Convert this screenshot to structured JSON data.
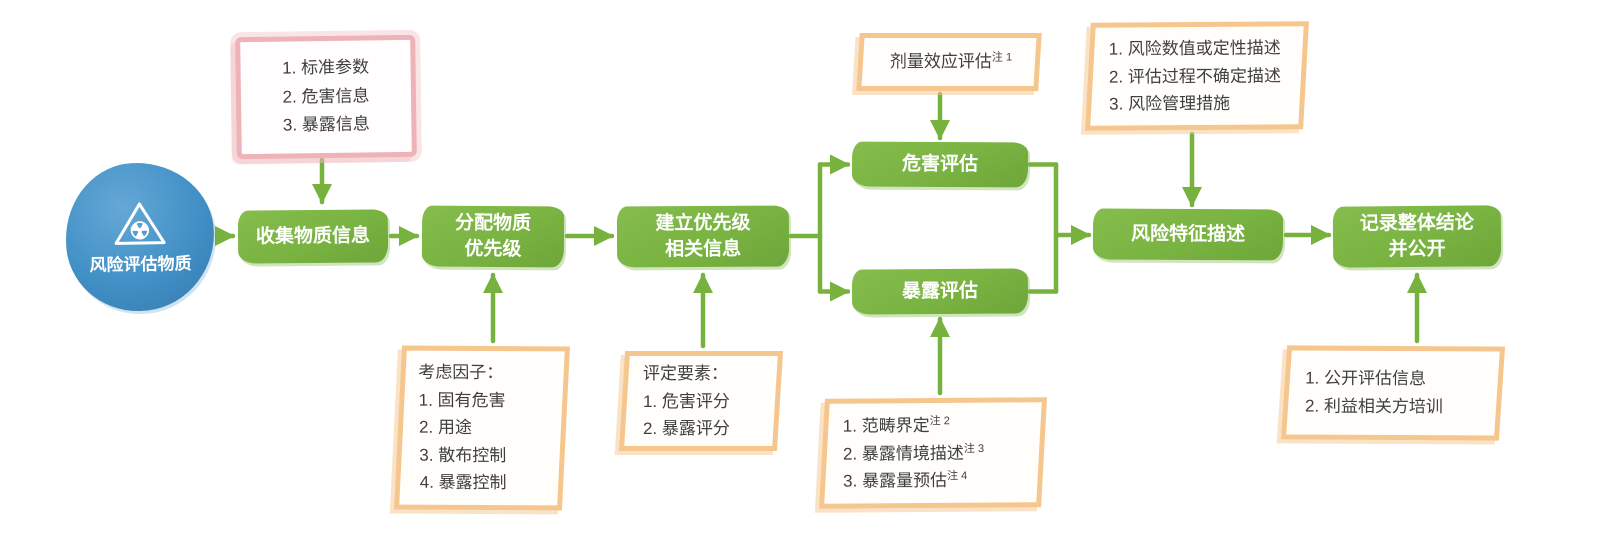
{
  "palette": {
    "node_green": "#79b341",
    "arrow_green": "#78b23e",
    "note_border_orange": "#f5c68e",
    "pink_border": "#edb3b8",
    "circle_blue": "#4190c6",
    "text": "#3f3f3f"
  },
  "start": {
    "label": "风险评估物质",
    "icon": "radiation-triangle-icon"
  },
  "nodes": {
    "collect": {
      "label": "收集物质信息"
    },
    "assign": {
      "lines": [
        "分配物质",
        "优先级"
      ]
    },
    "establish": {
      "lines": [
        "建立优先级",
        "相关信息"
      ]
    },
    "hazard": {
      "label": "危害评估"
    },
    "exposure": {
      "label": "暴露评估"
    },
    "characterize": {
      "label": "风险特征描述"
    },
    "record": {
      "lines": [
        "记录整体结论",
        "并公开"
      ]
    }
  },
  "notes": {
    "params": {
      "lines": [
        "1. 标准参数",
        "2. 危害信息",
        "3. 暴露信息"
      ]
    },
    "dose": {
      "text": "剂量效应评估",
      "sup": "注 1"
    },
    "risk_outputs": {
      "lines": [
        "1. 风险数值或定性描述",
        "2. 评估过程不确定描述",
        "3. 风险管理措施"
      ]
    },
    "factors": {
      "title": "考虑因子：",
      "lines": [
        "1. 固有危害",
        "2. 用途",
        "3. 散布控制",
        "4. 暴露控制"
      ]
    },
    "criteria": {
      "title": "评定要素：",
      "lines": [
        "1. 危害评分",
        "2. 暴露评分"
      ]
    },
    "scoping": {
      "lines": [
        {
          "text": "1. 范畴界定",
          "sup": "注 2"
        },
        {
          "text": "2. 暴露情境描述",
          "sup": "注 3"
        },
        {
          "text": "3. 暴露量预估",
          "sup": "注 4"
        }
      ]
    },
    "publish": {
      "lines": [
        "1. 公开评估信息",
        "2. 利益相关方培训"
      ]
    }
  }
}
